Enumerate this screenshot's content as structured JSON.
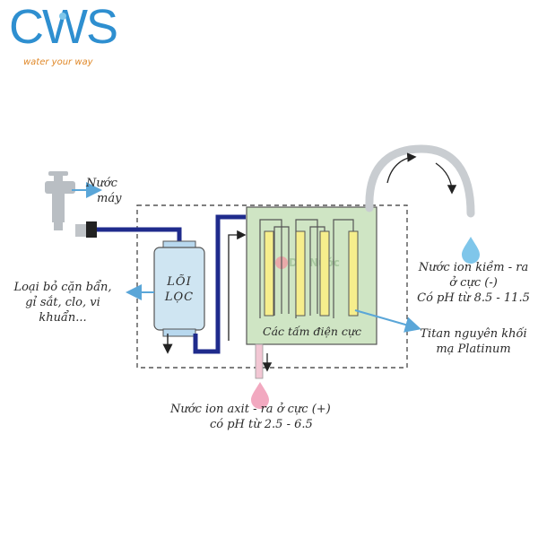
{
  "logo": {
    "text": "CWS",
    "tagline": "water your way"
  },
  "diagram": {
    "tap_label": [
      "Nước",
      "máy"
    ],
    "filter_label": [
      "LÕI",
      "LỌC"
    ],
    "filter_note": [
      "Loại bỏ cặn bẩn,",
      "gỉ sắt, clo, vi",
      "khuẩn..."
    ],
    "plates_label": "Các tấm điện cực",
    "chamber_watermark": "Dr. Nước",
    "titan_label": [
      "Titan nguyên khối",
      "mạ Platinum"
    ],
    "alkaline_label": [
      "Nước ion kiềm - ra",
      "ở cực (-)",
      "Có pH từ 8.5 - 11.5"
    ],
    "acid_label": [
      "Nước ion axit - ra ở cực (+)",
      "có pH từ 2.5 - 6.5"
    ]
  },
  "colors": {
    "pipe": "#1f2b8c",
    "chamber": "#cfe5c4",
    "plate": "#f6ee8c",
    "arrow_blue": "#5aa6d8",
    "drop_blue": "#7fc6ea",
    "drop_pink": "#f2a9c0",
    "logo": "#2e8fd0",
    "tagline": "#e0892a"
  }
}
